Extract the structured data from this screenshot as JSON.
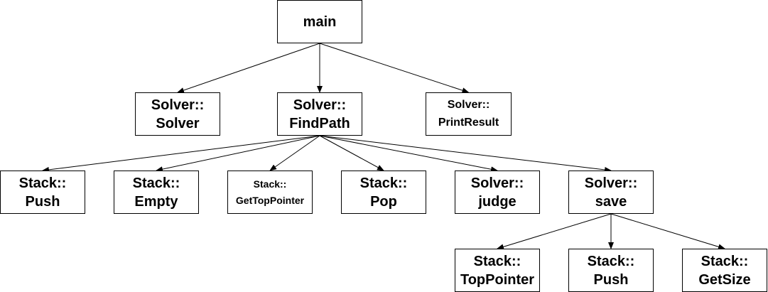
{
  "nodes": {
    "main": "main",
    "solver_solver": "Solver::\nSolver",
    "findpath": "Solver::\nFindPath",
    "printresult": "Solver::\nPrintResult",
    "push1": "Stack::\nPush",
    "empty": "Stack::\nEmpty",
    "gettop": "Stack::\nGetTopPointer",
    "pop": "Stack::\nPop",
    "judge": "Solver::\njudge",
    "save": "Solver::\nsave",
    "toppointer": "Stack::\nTopPointer",
    "push2": "Stack::\nPush",
    "getsize": "Stack::\nGetSize"
  },
  "edges": [
    [
      "main",
      "solver_solver"
    ],
    [
      "main",
      "findpath"
    ],
    [
      "main",
      "printresult"
    ],
    [
      "findpath",
      "push1"
    ],
    [
      "findpath",
      "empty"
    ],
    [
      "findpath",
      "gettop"
    ],
    [
      "findpath",
      "pop"
    ],
    [
      "findpath",
      "judge"
    ],
    [
      "findpath",
      "save"
    ],
    [
      "save",
      "toppointer"
    ],
    [
      "save",
      "push2"
    ],
    [
      "save",
      "getsize"
    ]
  ]
}
